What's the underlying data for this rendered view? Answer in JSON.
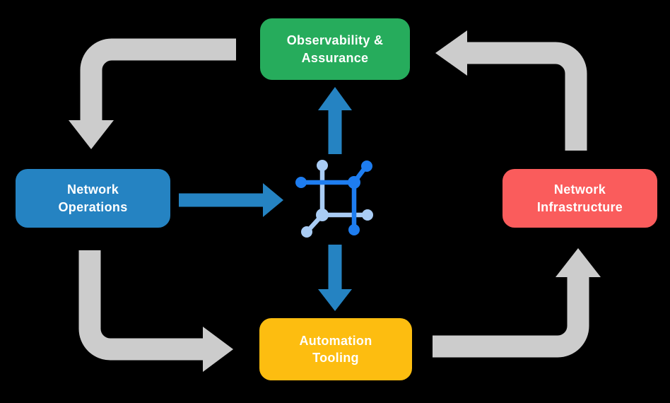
{
  "diagram": {
    "nodes": {
      "observability": {
        "label": "Observability &\nAssurance",
        "color": "#26AC5C"
      },
      "operations": {
        "label": "Network\nOperations",
        "color": "#2583C2"
      },
      "infrastructure": {
        "label": "Network\nInfrastructure",
        "color": "#FA5C5C"
      },
      "automation": {
        "label": "Automation\nTooling",
        "color": "#FDBD10"
      }
    },
    "center_icon": "network-fabric-icon",
    "colors": {
      "background": "#000000",
      "text": "#FFFFFF",
      "cycle_arrow": "#CCCCCC",
      "flow_arrow": "#2583C2",
      "icon_dark_blue": "#1E7DF0",
      "icon_light_blue": "#A9CCF4"
    }
  }
}
